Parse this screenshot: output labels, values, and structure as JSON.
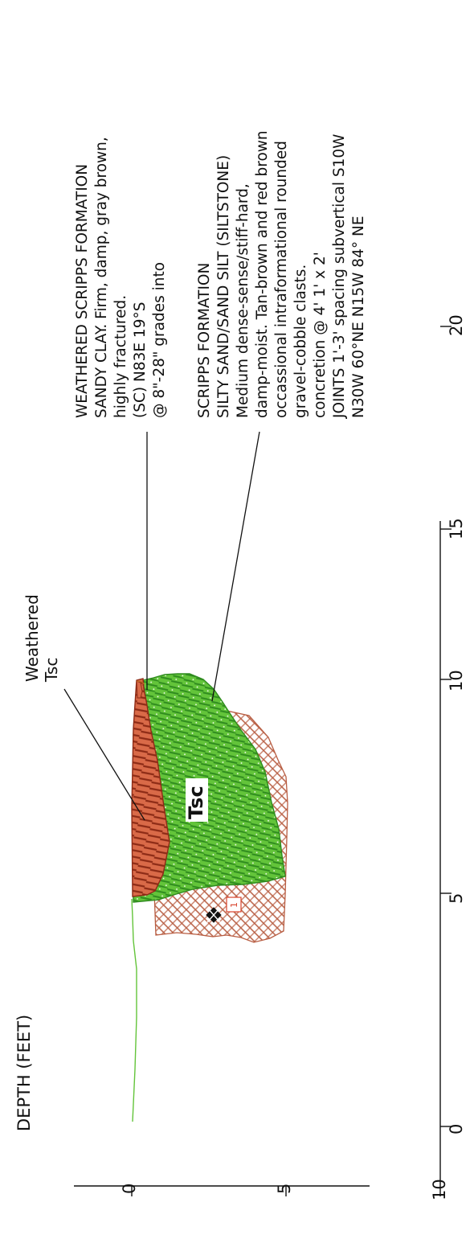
{
  "depth_axis": {
    "label": "DEPTH (FEET)",
    "ticks": [
      "0",
      "5",
      "10"
    ]
  },
  "distance_axis": {
    "ticks": [
      "0",
      "5",
      "10",
      "15",
      "20"
    ]
  },
  "unit_label": "Tsc",
  "weathered_label": {
    "line1": "Weathered",
    "line2": "Tsc"
  },
  "sample_marker": {
    "label": "1"
  },
  "notes": {
    "weathered": [
      "WEATHERED SCRIPPS FORMATION",
      "SANDY CLAY. Firm, damp, gray brown,",
      "highly fractured.",
      "(SC) N83E 19°S",
      "@ 8\"-28\" grades into"
    ],
    "scripps": [
      "SCRIPPS FORMATION",
      "SILTY SAND/SAND SILT (SILTSTONE)",
      "Medium dense-sense/stiff-hard,",
      "damp-moist. Tan-brown and red brown",
      "occassional intraformational rounded",
      "gravel-cobble clasts.",
      "concretion @ 4' 1' x 2'",
      "JOINTS 1'-3' spacing subvertical S10W",
      "N30W 60°NE  N15W 84° NE"
    ]
  },
  "colors": {
    "green_fill": "#63c43a",
    "green_dark": "#2f8b1f",
    "weathered_fill": "#d96a48",
    "weathered_hatch": "#8d2b16",
    "cobble_hatch": "#b85d42",
    "marker": "#111111",
    "sample_box": "#d8432c"
  }
}
